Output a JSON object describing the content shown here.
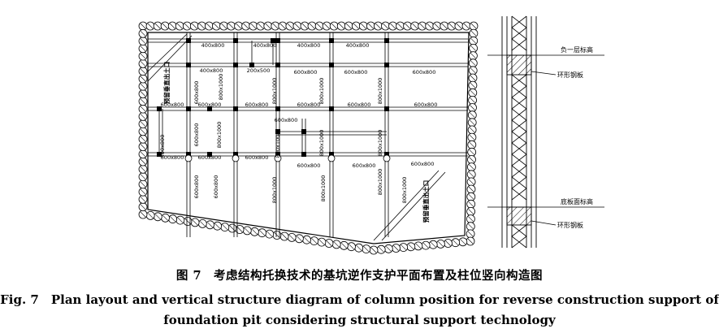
{
  "figure": {
    "plan": {
      "labels": [
        "400x800",
        "400x800",
        "400x800",
        "400x800",
        "400x800",
        "200x500",
        "600x800",
        "600x800",
        "600x800",
        "600x800",
        "600x800",
        "600x800",
        "600x800",
        "600x800",
        "600x800",
        "600x800",
        "600x800",
        "600x800",
        "600x800",
        "600x800",
        "600x800",
        "600x800",
        "600x800",
        "600x800",
        "800x1000",
        "800x1000",
        "800x1000",
        "800x1000",
        "600x800",
        "800x1000",
        "400x800",
        "800x1000",
        "800x1000",
        "800x1000",
        "600x800",
        "800x1000",
        "800x1000",
        "800x1000",
        "800x1000"
      ],
      "reserved_left": "预留垂直出土口",
      "reserved_right": "预留垂直出土口"
    },
    "section": {
      "labels": [
        "负一层标高",
        "环形钢板",
        "底板面标高",
        "环形钢板"
      ]
    }
  },
  "caption": {
    "cn": "图 7　考虑结构托换技术的基坑逆作支护平面布置及柱位竖向构造图",
    "en_line1": "Fig. 7　Plan layout and vertical structure diagram of column position for reverse construction support of",
    "en_line2": "foundation pit considering structural support technology"
  }
}
